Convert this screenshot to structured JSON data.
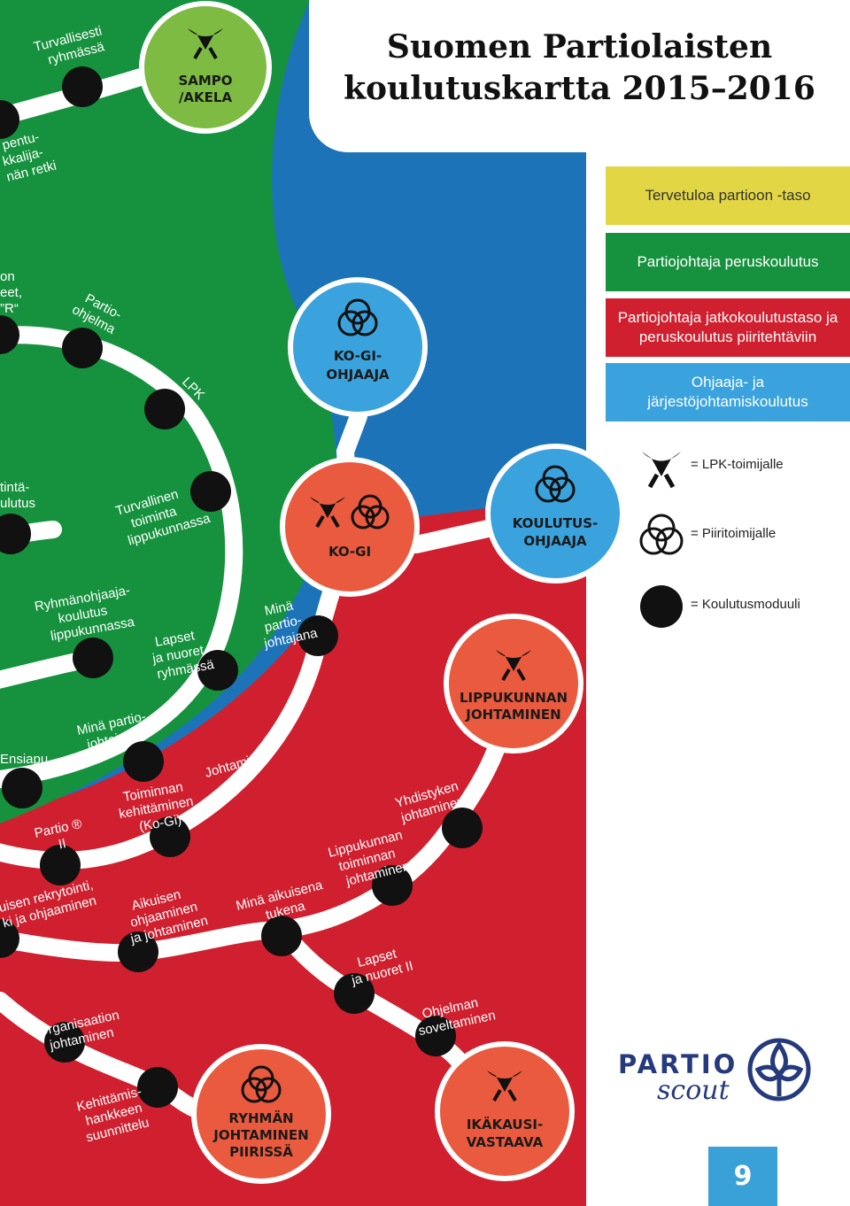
{
  "title": {
    "line1": "Suomen Partiolaisten",
    "line2": "koulutuskartta 2015–2016"
  },
  "colors": {
    "green": "#16923e",
    "red": "#d0202f",
    "blue": "#1c73b8",
    "yellow": "#e3d645",
    "light_blue": "#3aa3dd",
    "orange_red": "#ea5a3e",
    "navy": "#253a7d"
  },
  "legend": {
    "levels": [
      {
        "label": "Tervetuloa partioon -taso",
        "color": "#e3d645",
        "text_color": "#333333"
      },
      {
        "label": "Partiojohtaja peruskoulutus",
        "color": "#16923e",
        "text_color": "#ffffff"
      },
      {
        "label": "Partiojohtaja jatkokoulutustaso ja peruskoulutus piiritehtäviin",
        "color": "#d0202f",
        "text_color": "#ffffff"
      },
      {
        "label": "Ohjaaja- ja järjestöjohtamiskoulutus",
        "color": "#3aa3dd",
        "text_color": "#ffffff"
      }
    ],
    "keys": [
      {
        "icon": "scarf-icon",
        "label": "= LPK-toimijalle"
      },
      {
        "icon": "rings-icon",
        "label": "= Piiritoimijalle"
      },
      {
        "icon": "module-dot-icon",
        "label": "= Koulutusmoduuli"
      }
    ]
  },
  "hubs": {
    "sampo": {
      "lines": [
        "SAMPO",
        "/AKELA"
      ],
      "icon": "scarf-icon"
    },
    "kogi_ohjaaja": {
      "lines": [
        "KO-GI-",
        "OHJAAJA"
      ],
      "icon": "rings-icon"
    },
    "kogi": {
      "lines": [
        "KO-GI"
      ],
      "icons": [
        "scarf-icon",
        "rings-icon"
      ]
    },
    "koulutusohjaaja": {
      "lines": [
        "KOULUTUS-",
        "OHJAAJA"
      ],
      "icon": "rings-icon"
    },
    "lippukunnan": {
      "lines": [
        "LIPPUKUNNAN",
        "JOHTAMINEN"
      ],
      "icon": "scarf-icon"
    },
    "ryhman": {
      "lines": [
        "RYHMÄN",
        "JOHTAMINEN",
        "PIIRISSÄ"
      ],
      "icon": "rings-icon"
    },
    "ikakausi": {
      "lines": [
        "IKÄKAUSI-",
        "VASTAAVA"
      ],
      "icon": "scarf-icon"
    }
  },
  "modules": {
    "turvallisesti": [
      "Turvallisesti",
      "ryhmässä"
    ],
    "pentu": [
      "pentu-",
      "kkalija-",
      "nän retki"
    ],
    "top_left": [
      "on",
      "eet,",
      "”R“"
    ],
    "partio_ohjelma": [
      "Partio-",
      "ohjelma"
    ],
    "lpk": [
      "LPK"
    ],
    "turvallinen_toiminta": [
      "Turvallinen",
      "toiminta",
      "lippukunnassa"
    ],
    "tinta": [
      "tintä-",
      "ulutus"
    ],
    "ryhmanohjaaja": [
      "Ryhmänohjaaja-",
      "koulutus",
      "lippukunnassa"
    ],
    "mina_partiojohtajana": [
      "Minä",
      "partio-",
      "johtajana"
    ],
    "lapset_nuoret": [
      "Lapset",
      "ja nuoret",
      "ryhmässä"
    ],
    "mina_partiojohtajana_1": [
      "Minä partio-",
      "johtajana I"
    ],
    "ensiapu": [
      "Ensiapu"
    ],
    "johtaminen": [
      "Johtaminen"
    ],
    "toiminnan_kehittaminen": [
      "Toiminnan",
      "kehittäminen",
      "(Ko-Gi)"
    ],
    "partio_2": [
      "Partio ®",
      "II"
    ],
    "yhdistyksen_johtaminen": [
      "Yhdistyken",
      "johtaminen"
    ],
    "lippukunnan_toiminnan": [
      "Lippukunnan",
      "toiminnan",
      "johtaminen"
    ],
    "rekrytointi": [
      "uisen rekrytointi,",
      "ki ja ohjaaminen"
    ],
    "aikuisen_ohjaaminen": [
      "Aikuisen",
      "ohjaaminen",
      "ja johtaminen"
    ],
    "mina_aikuisena": [
      "Minä aikuisena",
      "tukena"
    ],
    "lapset_nuoret_2": [
      "Lapset",
      "ja nuoret II"
    ],
    "ohjelman_soveltaminen": [
      "Ohjelman",
      "soveltaminen"
    ],
    "organisaation_johtaminen": [
      "Organisaation",
      "johtaminen"
    ],
    "kehittamishankkeen": [
      "Kehittämis-",
      "hankkeen",
      "suunnittelu"
    ]
  },
  "brand": {
    "line1": "PARTIO",
    "line2": "scout"
  },
  "page_number": "9"
}
